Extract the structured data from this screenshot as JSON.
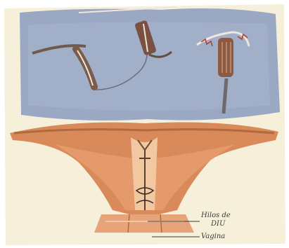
{
  "figure": {
    "colors": {
      "panel_background": "#9aa8c4",
      "paper_background": "#f6f0da",
      "uterus_tissue": "#d98a5a",
      "uterus_inner": "#f2c8a0",
      "iud_metal": "#8a6a55",
      "iud_highlight": "#efe7dc"
    },
    "labels": {
      "threads": "Hilos de",
      "iud": "DIU",
      "vagina": "Vagina"
    }
  }
}
